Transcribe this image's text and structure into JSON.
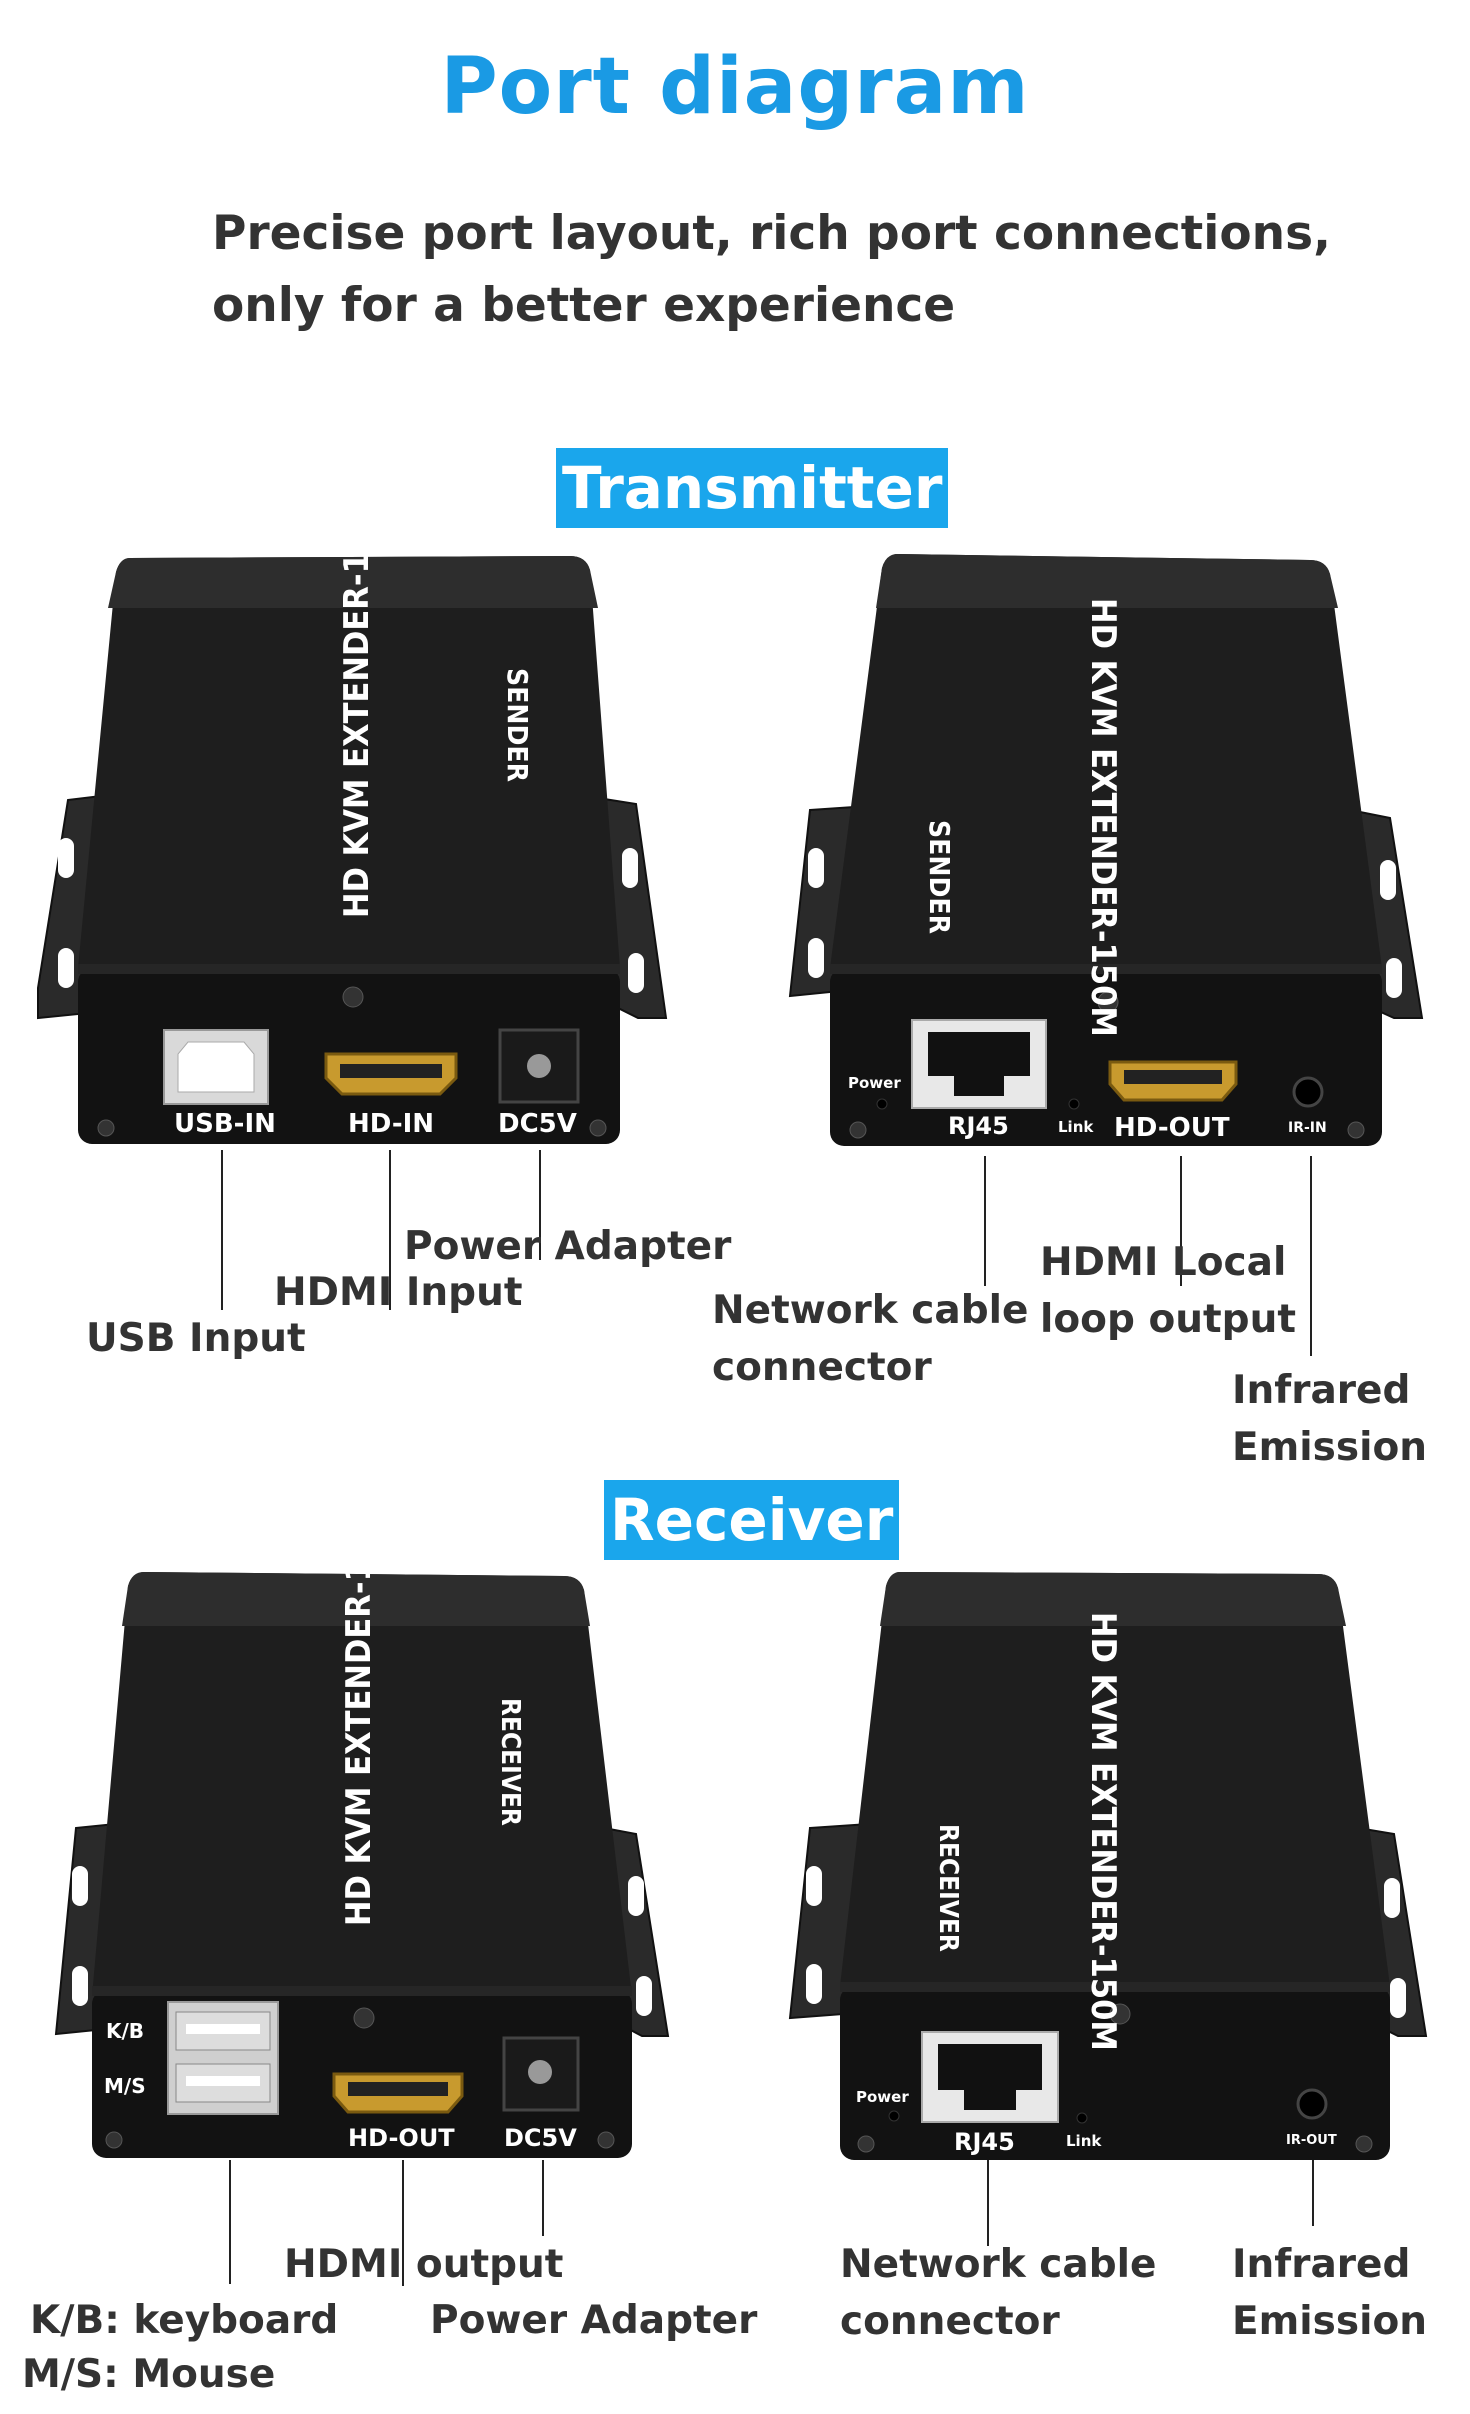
{
  "header": {
    "title": "Port diagram",
    "subtitle_line1": "Precise port layout, rich port connections,",
    "subtitle_line2": "only for a better experience"
  },
  "transmitter": {
    "tag": "Transmitter",
    "device_model": "HD KVM EXTENDER-150M",
    "device_role": "SENDER",
    "front": {
      "usb_port": "USB-IN",
      "hdmi_port": "HD-IN",
      "dc_port": "DC5V",
      "label_usb": "USB Input",
      "label_hdmi": "HDMI Input",
      "label_power": "Power Adapter"
    },
    "back": {
      "power_led": "Power",
      "rj45_port": "RJ45",
      "link_led": "Link",
      "hdmi_port": "HD-OUT",
      "ir_port": "IR-IN",
      "label_network_1": "Network cable",
      "label_network_2": "connector",
      "label_hdmi_1": "HDMI Local",
      "label_hdmi_2": "loop output",
      "label_ir_1": "Infrared",
      "label_ir_2": "Emission"
    }
  },
  "receiver": {
    "tag": "Receiver",
    "device_model": "HD KVM EXTENDER-150M",
    "device_role": "RECEIVER",
    "front": {
      "kb_port": "K/B",
      "ms_port": "M/S",
      "hdmi_port": "HD-OUT",
      "dc_port": "DC5V",
      "label_hdmi": "HDMI output",
      "label_kb": "K/B: keyboard",
      "label_ms": "M/S:  Mouse",
      "label_power": "Power Adapter"
    },
    "back": {
      "power_led": "Power",
      "rj45_port": "RJ45",
      "link_led": "Link",
      "ir_port": "IR-OUT",
      "label_network_1": "Network cable",
      "label_network_2": "connector",
      "label_ir_1": "Infrared",
      "label_ir_2": "Emission"
    }
  },
  "colors": {
    "accent": "#1a9ae4",
    "tag_bg": "#1aa6ec",
    "device_body": "#1c1c1c",
    "hdmi_gold": "#c89a2e"
  }
}
